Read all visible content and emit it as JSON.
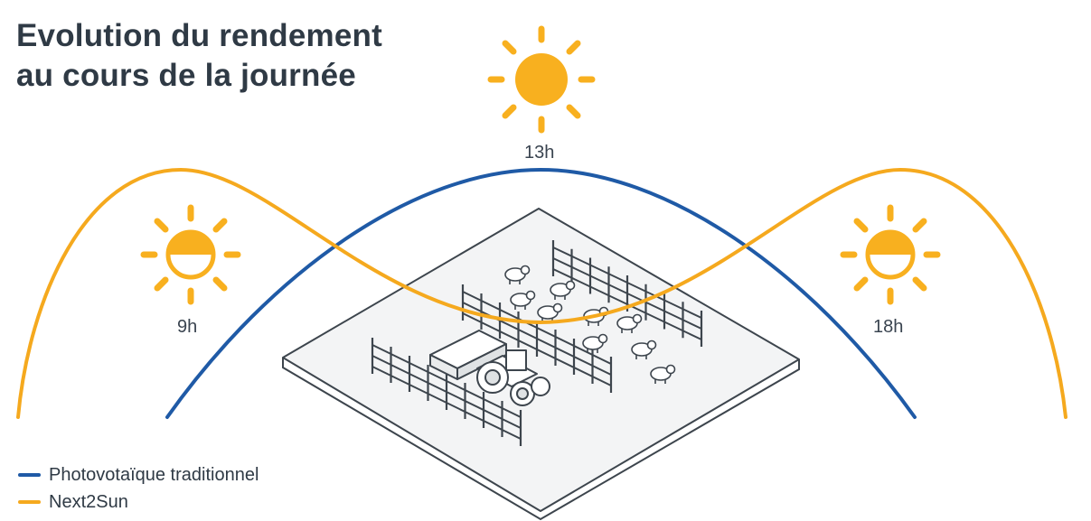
{
  "title": {
    "line1": "Evolution du rendement",
    "line2": "au cours de la journée"
  },
  "time_labels": {
    "morning": "9h",
    "noon": "13h",
    "evening": "18h"
  },
  "legend": [
    {
      "label": "Photovotaïque traditionnel",
      "color": "#1f5aa6"
    },
    {
      "label": "Next2Sun",
      "color": "#f5a91e"
    }
  ],
  "colors": {
    "traditional": "#1f5aa6",
    "next2sun": "#f5a91e",
    "sun": "#f8b01f",
    "ink": "#3d454d"
  },
  "icons": [
    "sun-icon",
    "sun-half-icon",
    "tractor-icon",
    "sheep-icon",
    "fence-icon"
  ]
}
